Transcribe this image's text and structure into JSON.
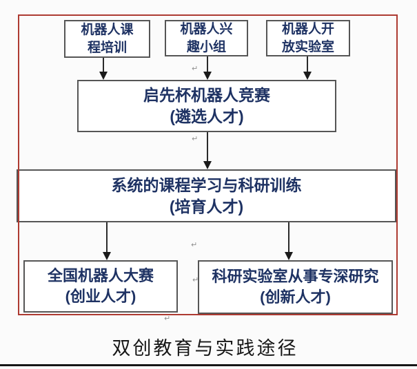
{
  "diagram": {
    "nodes": {
      "course_training": {
        "line1": "机器人课",
        "line2": "程培训"
      },
      "interest_group": {
        "line1": "机器人兴",
        "line2": "趣小组"
      },
      "open_lab": {
        "line1": "机器人开",
        "line2": "放实验室"
      },
      "cup_competition": {
        "line1": "启先杯机器人竞赛",
        "line2": "(遴选人才)"
      },
      "systematic_training": {
        "line1": "系统的课程学习与科研训练",
        "line2": "(培育人才)"
      },
      "national_contest": {
        "line1": "全国机器人大赛",
        "line2": "(创业人才)"
      },
      "research_lab": {
        "line1": "科研实验室从事专深研究",
        "line2": "(创新人才)"
      }
    },
    "caption": "双创教育与实践途径",
    "paragraph_mark": "↵",
    "colors": {
      "node_text": "#1e3263",
      "node_border": "#555555",
      "outer_border": "#ad3a31",
      "arrow": "#1a1a1a",
      "caption_text": "#161616"
    }
  }
}
